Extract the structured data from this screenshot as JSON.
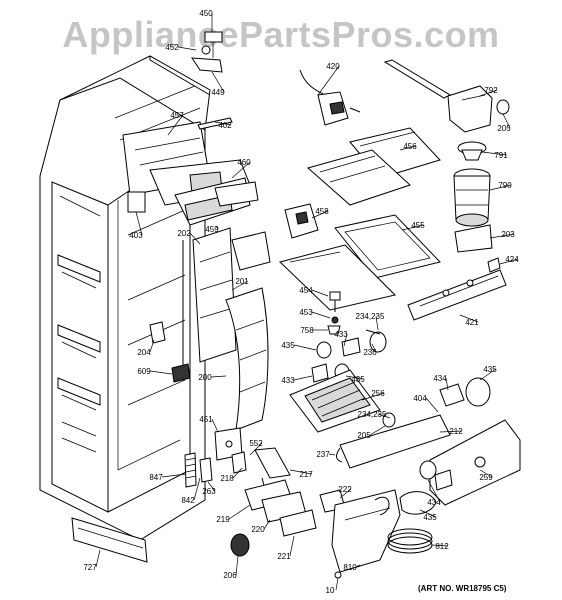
{
  "watermark": "AppliancePartsPros.com",
  "art_number": "(ART NO. WR18795 C5)",
  "part_labels": [
    "450",
    "452",
    "449",
    "420",
    "792",
    "205",
    "457",
    "402",
    "456",
    "791",
    "460",
    "790",
    "458",
    "403",
    "459",
    "202",
    "455",
    "203",
    "424",
    "201",
    "454",
    "453",
    "758",
    "234,235",
    "421",
    "433",
    "435",
    "204",
    "236",
    "200",
    "609",
    "433",
    "435",
    "256",
    "434",
    "435",
    "404",
    "234,235",
    "451",
    "552",
    "205",
    "212",
    "237",
    "847",
    "218",
    "217",
    "263",
    "842",
    "222",
    "259",
    "434",
    "219",
    "220",
    "435",
    "221",
    "727",
    "206",
    "812",
    "810",
    "10"
  ]
}
